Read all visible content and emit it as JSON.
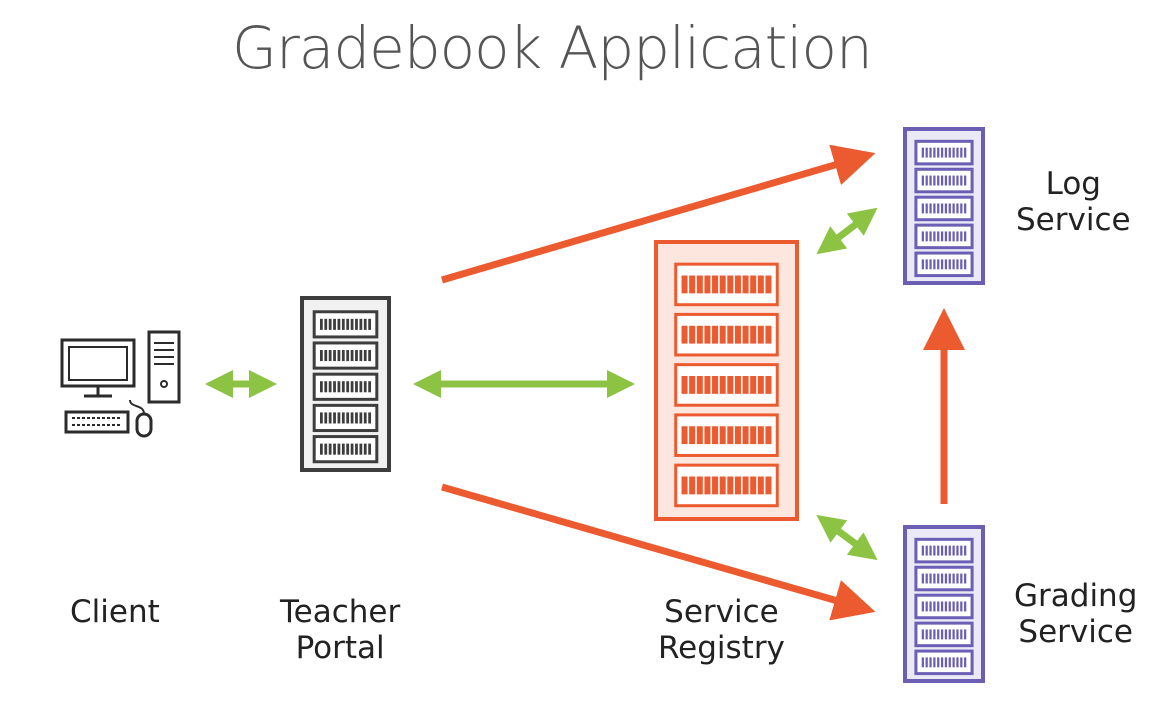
{
  "title": "Gradebook Application",
  "nodes": {
    "client": {
      "label": "Client",
      "icon": "desktop-computer-icon"
    },
    "teacher_portal": {
      "label_line1": "Teacher",
      "label_line2": "Portal",
      "icon": "server-rack-icon",
      "color": "#3d3d3d"
    },
    "service_registry": {
      "label_line1": "Service",
      "label_line2": "Registry",
      "icon": "server-rack-icon",
      "color": "#ec5a2f"
    },
    "log_service": {
      "label_line1": "Log",
      "label_line2": "Service",
      "icon": "server-rack-icon",
      "color": "#6a5fb5"
    },
    "grading_service": {
      "label_line1": "Grading",
      "label_line2": "Service",
      "icon": "server-rack-icon",
      "color": "#6a5fb5"
    }
  },
  "colors": {
    "bidirectional_arrow": "#8cc342",
    "request_arrow": "#ec5a2f",
    "title_text": "#555555"
  }
}
